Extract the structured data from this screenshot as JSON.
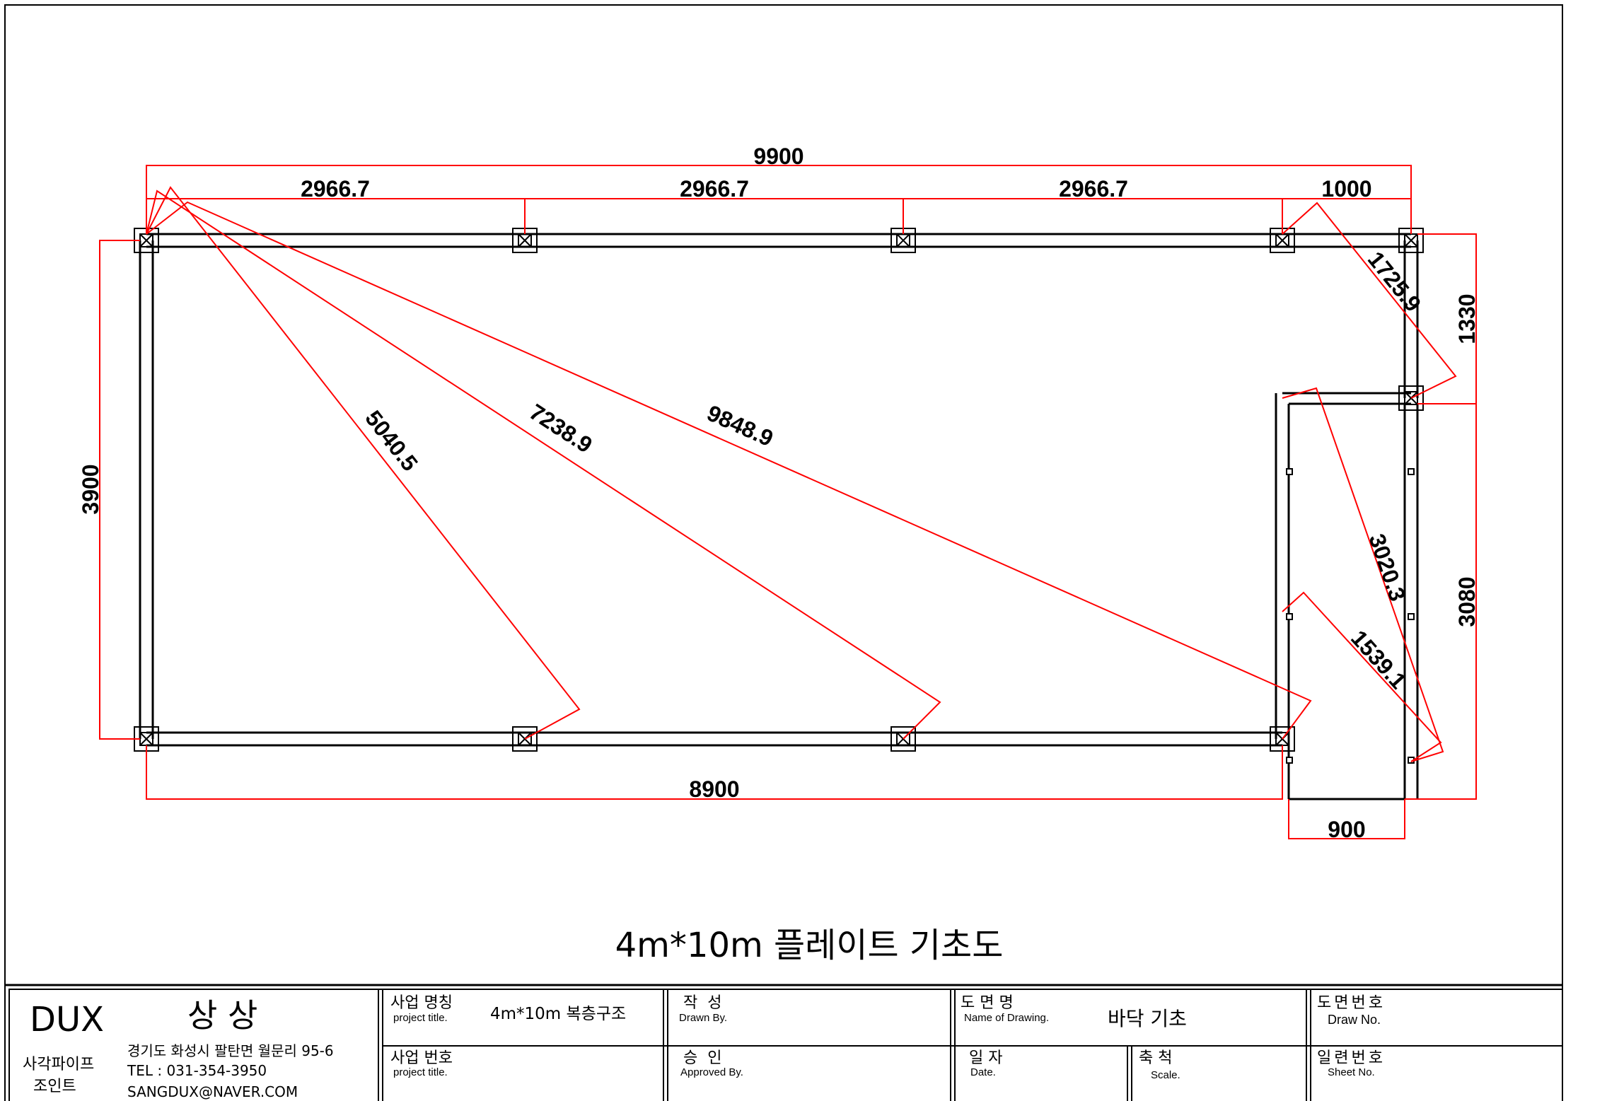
{
  "drawing": {
    "title": "4m*10m 플레이트 기초도",
    "dimensions": {
      "overall_top": "9900",
      "top_segment_1": "2966.7",
      "top_segment_2": "2966.7",
      "top_segment_3": "2966.7",
      "top_segment_4": "1000",
      "left_height": "3900",
      "bottom_length": "8900",
      "extension_width": "900",
      "right_upper": "1330",
      "right_lower": "3080",
      "diagonal_1": "5040.5",
      "diagonal_2": "7238.9",
      "diagonal_3": "9848.9",
      "diagonal_4": "1725.9",
      "diagonal_5": "3020.3",
      "diagonal_6": "1539.1"
    }
  },
  "title_block": {
    "company_name": "DUX",
    "company_name_kr": "상 상",
    "company_sub_1": "사각파이프",
    "company_sub_2": "조인트",
    "address": "경기도 화성시 팔탄면 월문리 95-6",
    "tel": "TEL : 031-354-3950",
    "email": "SANGDUX@NAVER.COM",
    "project_name_label": "사업 명칭",
    "project_name_sub": "project title.",
    "project_name_value": "4m*10m 복층구조",
    "project_no_label": "사업 번호",
    "project_no_sub": "project title.",
    "drawn_label": "작  성",
    "drawn_sub": "Drawn By.",
    "approved_label": "승  인",
    "approved_sub": "Approved By.",
    "drawing_name_label": "도 면 명",
    "drawing_name_sub": "Name of Drawing.",
    "drawing_name_value": "바닥 기초",
    "date_label": "일 자",
    "date_sub": "Date.",
    "scale_label": "축 척",
    "scale_sub": "Scale.",
    "drawing_no_label": "도면번호",
    "drawing_no_sub": "Draw No.",
    "sheet_no_label": "일련번호",
    "sheet_no_sub": "Sheet No."
  },
  "colors": {
    "dimension_line": "#ff0000",
    "structure_line": "#000000"
  }
}
